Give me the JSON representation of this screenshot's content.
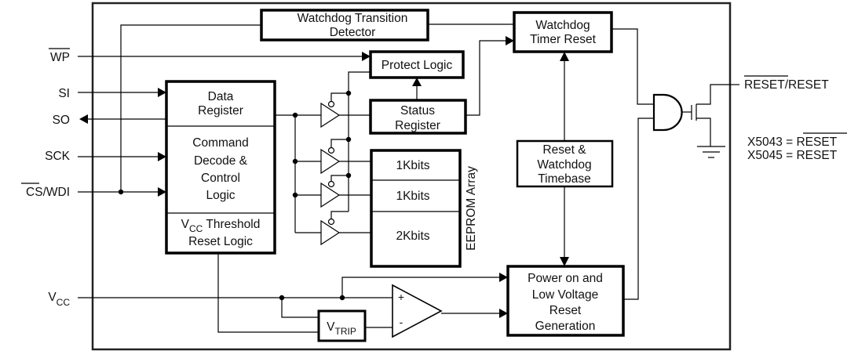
{
  "diagram": {
    "title": "X5043/X5045 Block Diagram",
    "pins": {
      "wp": "WP",
      "si": "SI",
      "so": "SO",
      "sck": "SCK",
      "cs": "CS",
      "wdi": "/WDI",
      "vcc_main": "V",
      "vcc_sub": "CC"
    },
    "blocks": {
      "watchdog_transition_detector": [
        "Watchdog Transition",
        "Detector"
      ],
      "watchdog_timer_reset": [
        "Watchdog",
        "Timer Reset"
      ],
      "protect_logic": [
        "Protect Logic"
      ],
      "status_register": [
        "Status",
        "Register"
      ],
      "data_register": [
        "Data",
        "Register"
      ],
      "command_decode": [
        "Command",
        "Decode &",
        "Control",
        "Logic"
      ],
      "vcc_threshold": {
        "line1_main": "V",
        "line1_sub": "CC",
        "line1_rest": " Threshold",
        "line2": "Reset Logic"
      },
      "reset_watchdog_timebase": [
        "Reset &",
        "Watchdog",
        "Timebase"
      ],
      "power_on_reset": [
        "Power on and",
        "Low Voltage",
        "Reset",
        "Generation"
      ],
      "vtrip": {
        "main": "V",
        "sub": "TRIP"
      }
    },
    "eeprom": {
      "label": "EEPROM Array",
      "rows": [
        "1Kbits",
        "1Kbits",
        "2Kbits"
      ]
    },
    "comparator": {
      "plus": "+",
      "minus": "-"
    },
    "output": {
      "pin_bar": "RESET",
      "pin_rest": "/RESET",
      "note1_prefix": "X5043 = ",
      "note1_value": "RESET",
      "note2": "X5045 = RESET"
    }
  }
}
